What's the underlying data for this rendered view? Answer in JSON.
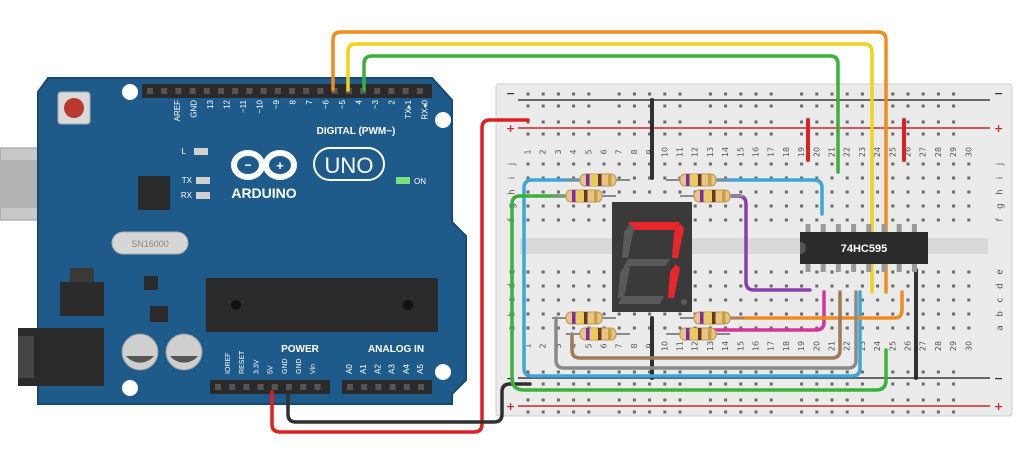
{
  "arduino": {
    "brand": "ARDUINO",
    "model": "UNO",
    "digital_header_label": "DIGITAL (PWM~)",
    "digital_pins": [
      "AREF",
      "GND",
      "13",
      "12",
      "~11",
      "~10",
      "~9",
      "8",
      "7",
      "~6",
      "~5",
      "4",
      "~3",
      "2",
      "TX▸1",
      "RX◂0"
    ],
    "power_label": "POWER",
    "power_pins": [
      "IOREF",
      "RESET",
      "3.3V",
      "5V",
      "GND",
      "GND",
      "Vin"
    ],
    "analog_label": "ANALOG IN",
    "analog_pins": [
      "A0",
      "A1",
      "A2",
      "A3",
      "A4",
      "A5"
    ],
    "led_labels": [
      "L",
      "TX",
      "RX"
    ],
    "on_label": "ON",
    "crystal_text": "SN16000"
  },
  "breadboard": {
    "column_numbers": [
      "1",
      "2",
      "3",
      "4",
      "5",
      "6",
      "7",
      "8",
      "9",
      "10",
      "11",
      "12",
      "13",
      "14",
      "15",
      "16",
      "17",
      "18",
      "19",
      "20",
      "21",
      "22",
      "23",
      "24",
      "25",
      "26",
      "27",
      "28",
      "29",
      "30"
    ],
    "top_rows": [
      "j",
      "i",
      "h",
      "g",
      "f"
    ],
    "bottom_rows": [
      "e",
      "d",
      "c",
      "b",
      "a"
    ],
    "rail_minus": "−",
    "rail_plus": "+"
  },
  "components": {
    "ic_label": "74HC595",
    "display_digit": "7"
  },
  "colors": {
    "board": "#1e5a8a",
    "wire_red": "#e02020",
    "wire_black": "#303030",
    "wire_orange": "#ef8c1c",
    "wire_yellow": "#f2d21a",
    "wire_green": "#3bb03b",
    "wire_blue": "#3ca6d8",
    "wire_purple": "#8a3fb0",
    "wire_pink": "#d8339a",
    "wire_brown": "#9a7a58",
    "wire_gray": "#8a8a8a",
    "segment_on": "#e8262b"
  }
}
